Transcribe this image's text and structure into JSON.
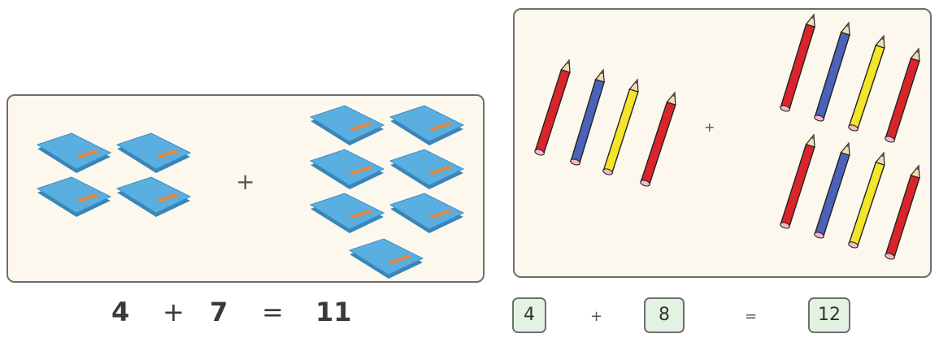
{
  "left_problem": {
    "addend1": "4",
    "plus": "+",
    "addend2": "7",
    "equals": "=",
    "sum": "11",
    "panel_plus": "+",
    "group1_count": 4,
    "group2_count": 7,
    "item_icon": "notebook-icon"
  },
  "right_problem": {
    "addend1": "4",
    "plus": "+",
    "addend2": "8",
    "equals": "=",
    "sum": "12",
    "panel_plus": "+",
    "group1_count": 4,
    "group2_count": 8,
    "item_icon": "pencil-icon"
  },
  "colors": {
    "panel_bg": "#fdf8ee",
    "panel_border": "#6e6e6e",
    "notebook": "#5aaee0",
    "notebook_stripe": "#e8883a",
    "pencil_red": "#d9252a",
    "pencil_blue": "#4a62b8",
    "pencil_yellow": "#f2e52a",
    "answer_box_bg": "#e3f2e3"
  }
}
